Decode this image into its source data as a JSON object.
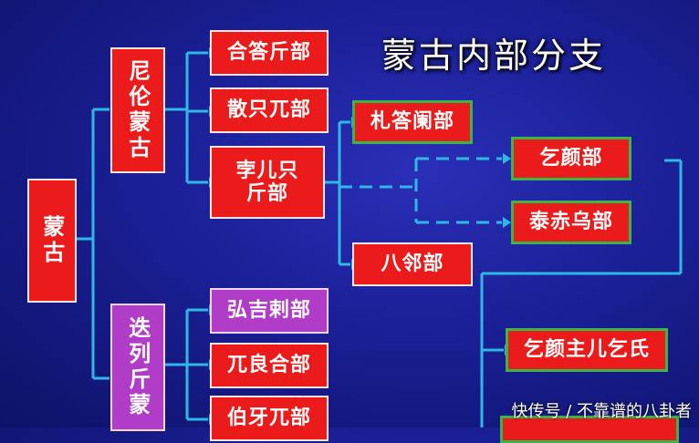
{
  "title": "蒙古内部分支",
  "watermark": "快传号 / 不靠谱的八卦者",
  "nodes": {
    "menggu": "蒙古",
    "niluan": "尼伦蒙古",
    "dieliejin": "迭列斤蒙",
    "hedajin": "合答斤部",
    "sanzhiwu": "散只兀部",
    "boerzhijin": "孛儿只斤部",
    "zhadalan": "札答阑部",
    "bada": "八邻部",
    "qiyan": "乞颜部",
    "taichiwu": "泰赤乌部",
    "qiyanzhuer": "乞颜主儿乞氏",
    "hongjila": "弘吉剌部",
    "wulianghe": "兀良合部",
    "boyawu": "伯牙兀部"
  },
  "colors": {
    "node": "#ec1b1b",
    "purple_node": "#b03cc7",
    "line": "#2fb7e6",
    "highlight_border": "#39b54a"
  }
}
